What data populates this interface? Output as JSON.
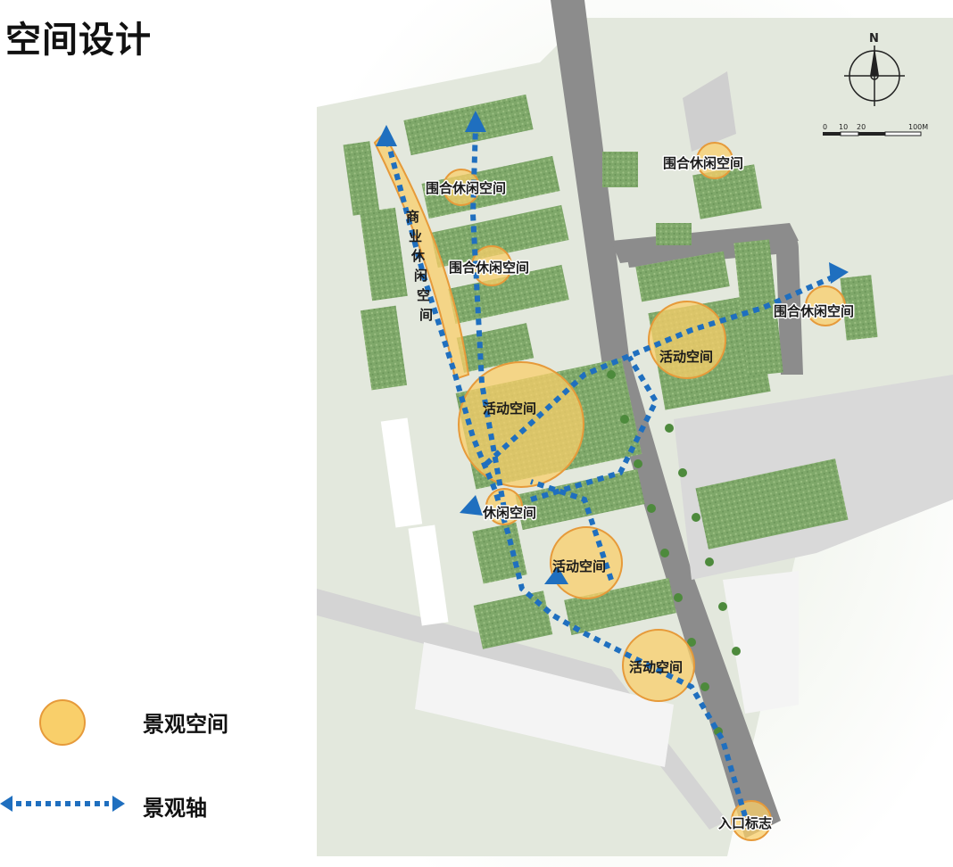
{
  "title": "空间设计",
  "legend": {
    "space_label": "景观空间",
    "axis_label": "景观轴",
    "space_color": "#f9cf6a",
    "axis_color": "#1f6fbf"
  },
  "map": {
    "labels": {
      "enclosed_1": "围合休闲空间",
      "enclosed_2": "围合休闲空间",
      "enclosed_3": "围合休闲空间",
      "enclosed_4": "围合休闲空间",
      "commercial": "商业休闲空间",
      "activity_1": "活动空间",
      "activity_2": "活动空间",
      "activity_3": "活动空间",
      "activity_4": "活动空间",
      "leisure": "休闲空间",
      "entrance": "入口标志"
    },
    "compass_letter": "N",
    "scale_labels": [
      "0",
      "10",
      "20",
      "100M"
    ]
  }
}
